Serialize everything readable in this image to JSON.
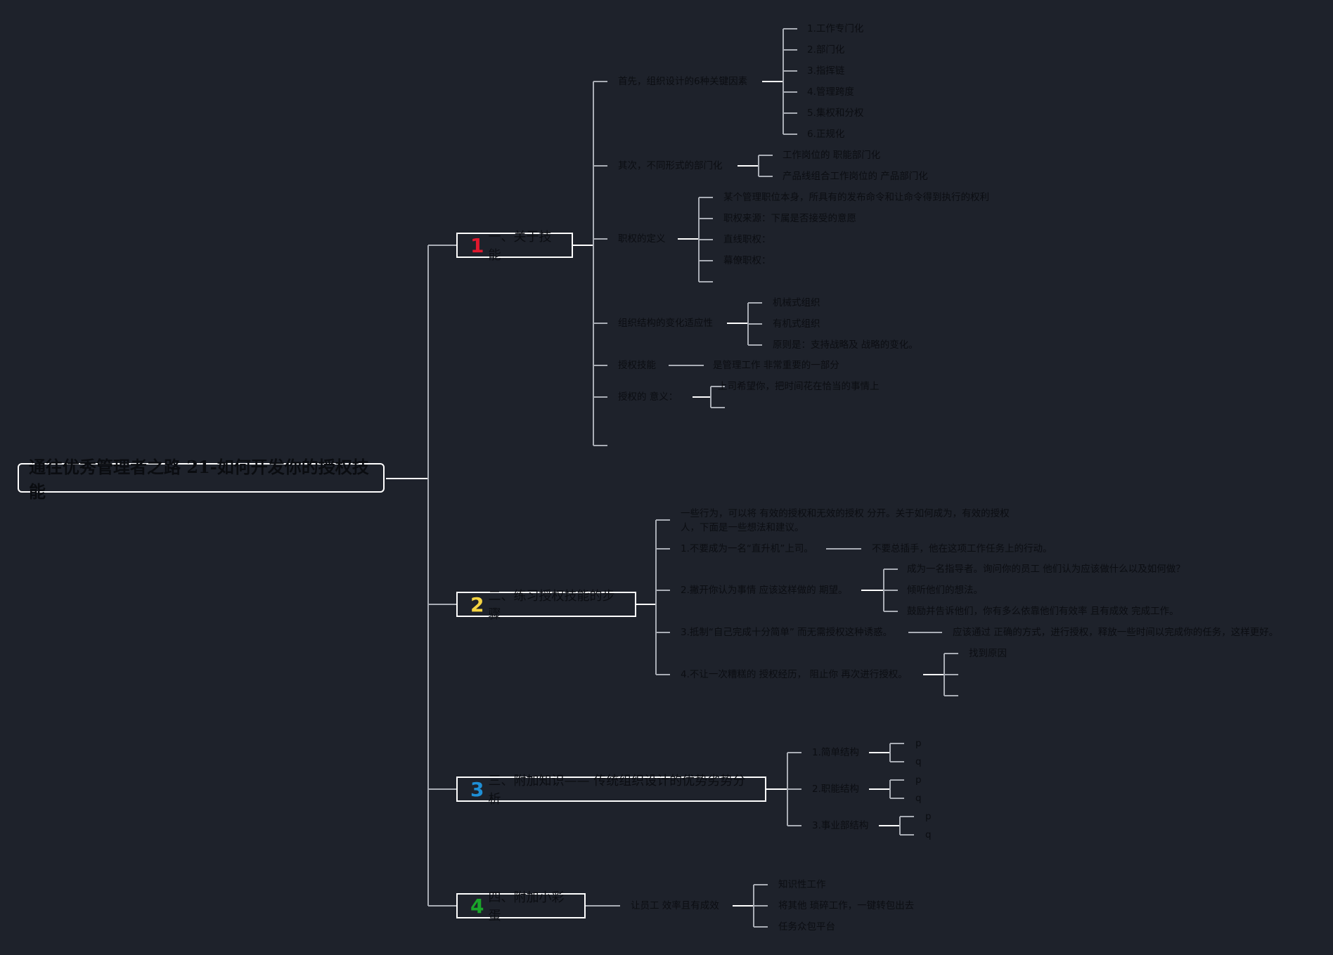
{
  "root": {
    "title": "通往优秀管理者之路 21-如何开发你的授权技能"
  },
  "colors": {
    "background": "#1e222b",
    "line": "#a9adb5",
    "line_active": "#ffffff",
    "text": "#0b0d12",
    "badge1": "#e0182d",
    "badge2": "#f5d442",
    "badge3": "#1e8fd6",
    "badge4": "#1aa52a"
  },
  "branches": [
    {
      "badge": "1",
      "label": "一、关于技能",
      "children": [
        {
          "label": "首先，组织设计的6种关键因素",
          "children": [
            "1.工作专门化",
            "2.部门化",
            "3.指挥链",
            "4.管理跨度",
            "5.集权和分权",
            "6.正规化"
          ]
        },
        {
          "label": "其次，不同形式的部门化",
          "children": [
            "工作岗位的 职能部门化",
            "产品线组合工作岗位的 产品部门化"
          ]
        },
        {
          "label": "职权的定义",
          "children": [
            "某个管理职位本身，所具有的发布命令和让命令得到执行的权利",
            "职权来源：下属是否接受的意愿",
            "直线职权：",
            "幕僚职权：",
            ""
          ]
        },
        {
          "label": "组织结构的变化适应性",
          "children": [
            "机械式组织",
            "有机式组织",
            "原则是：支持战略及 战略的变化。"
          ]
        },
        {
          "label": "授权技能",
          "children": [
            "是管理工作 非常重要的一部分"
          ]
        },
        {
          "label": "授权的 意义：",
          "children": [
            "上司希望你，把时间花在恰当的事情上",
            ""
          ]
        },
        {
          "label": "",
          "children": []
        }
      ]
    },
    {
      "badge": "2",
      "label": "二、练习授权技能的步骤",
      "children": [
        {
          "label": "一些行为，可以将 有效的授权和无效的授权 分开。关于如何成为，有效的授权人，下面是一些想法和建议。",
          "children": []
        },
        {
          "label": "1.不要成为一名“直升机”上司。",
          "children": [
            "不要总插手，他在这项工作任务上的行动。"
          ]
        },
        {
          "label": "2.撇开你认为事情 应该这样做的 期望。",
          "children": [
            "成为一名指导者。询问你的员工 他们认为应该做什么以及如何做？",
            "倾听他们的想法。",
            "鼓励并告诉他们，你有多么依靠他们有效率 且有成效 完成工作。"
          ]
        },
        {
          "label": "3.抵制“自己完成十分简单” 而无需授权这种诱惑。",
          "children": [
            "应该通过 正确的方式，进行授权，释放一些时间以完成你的任务，这样更好。"
          ]
        },
        {
          "label": "4.不让一次糟糕的 授权经历， 阻止你 再次进行授权。",
          "children": [
            "找到原因",
            "",
            ""
          ]
        }
      ]
    },
    {
      "badge": "3",
      "label": "三、附加知识—— 传统组织设计的优势劣势分析",
      "children": [
        {
          "label": "1.简单结构",
          "children": [
            "p",
            "q"
          ]
        },
        {
          "label": "2.职能结构",
          "children": [
            "p",
            "q"
          ]
        },
        {
          "label": "3.事业部结构",
          "children": [
            "p",
            "q"
          ]
        }
      ]
    },
    {
      "badge": "4",
      "label": "四、附加小彩蛋",
      "children": [
        {
          "label": "让员工 效率且有成效",
          "children": [
            "知识性工作",
            "将其他 琐碎工作，一键转包出去",
            "任务众包平台"
          ]
        }
      ]
    }
  ]
}
